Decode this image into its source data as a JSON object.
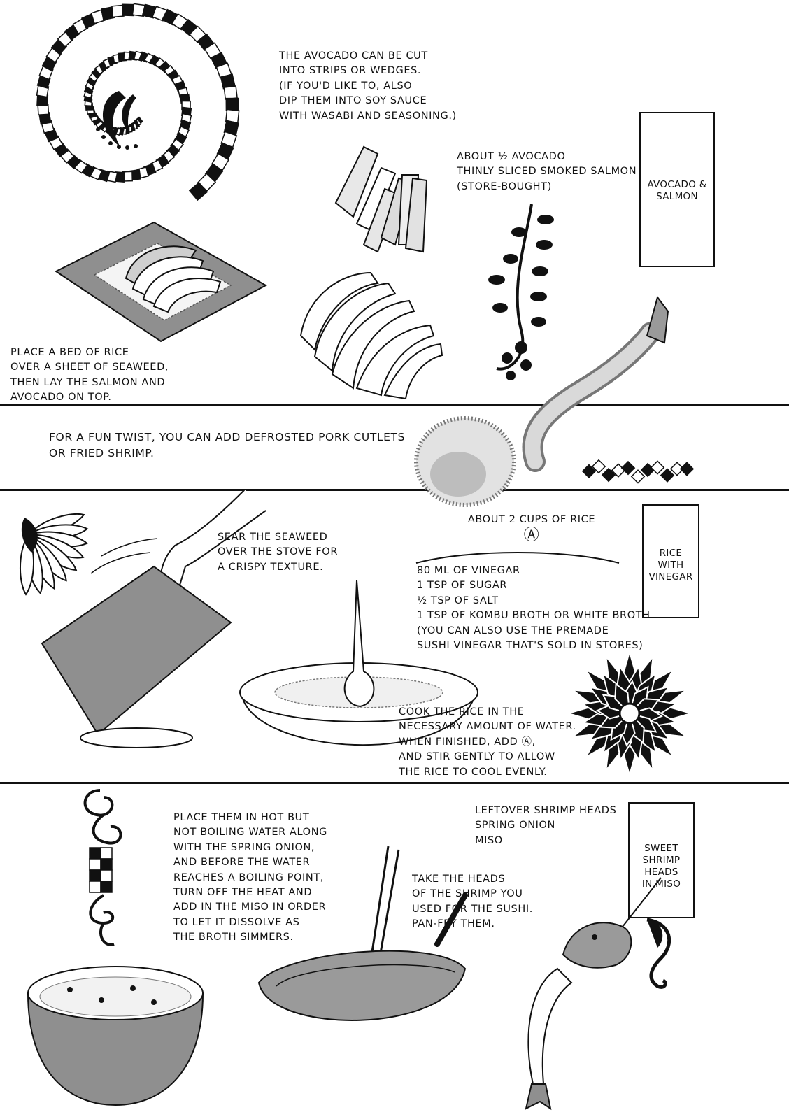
{
  "section1": {
    "avocado_cut_note": "THE AVOCADO CAN BE CUT\nINTO STRIPS OR WEDGES.\n(IF YOU'D LIKE TO, ALSO\nDIP THEM INTO SOY SAUCE\nWITH WASABI AND SEASONING.)",
    "ingredients": "ABOUT ½ AVOCADO\nTHINLY SLICED SMOKED SALMON\n(STORE-BOUGHT)",
    "title": "AVOCADO &\nSALMON",
    "assembly_note": "PLACE A BED OF RICE\nOVER A SHEET OF SEAWEED,\nTHEN LAY THE SALMON AND\nAVOCADO ON TOP."
  },
  "section2": {
    "twist_note": "FOR A FUN TWIST, YOU CAN ADD DEFROSTED PORK CUTLETS\nOR FRIED SHRIMP."
  },
  "section3": {
    "rice_amount": "ABOUT 2 CUPS OF RICE",
    "mix_marker": "Ⓐ",
    "title": "RICE\nWITH\nVINEGAR",
    "sear_note": "SEAR THE SEAWEED\nOVER THE STOVE FOR\nA CRISPY TEXTURE.",
    "vinegar_mix": "80 ML OF VINEGAR\n1 TSP OF SUGAR\n½ TSP OF SALT\n1 TSP OF KOMBU BROTH OR WHITE BROTH\n(YOU CAN ALSO USE THE PREMADE\nSUSHI VINEGAR THAT'S SOLD IN STORES)",
    "cook_note": "COOK THE RICE IN THE\nNECESSARY AMOUNT OF WATER.\nWHEN FINISHED, ADD Ⓐ,\nAND STIR GENTLY TO ALLOW\nTHE RICE TO COOL EVENLY."
  },
  "section4": {
    "broth_note": "PLACE THEM IN HOT BUT\nNOT BOILING WATER ALONG\nWITH THE SPRING ONION,\nAND BEFORE THE WATER\nREACHES A BOILING POINT,\nTURN OFF THE HEAT AND\nADD IN THE MISO IN ORDER\nTO LET IT DISSOLVE AS\nTHE BROTH SIMMERS.",
    "ingredients": "LEFTOVER SHRIMP HEADS\nSPRING ONION\nMISO",
    "fry_note": "TAKE THE HEADS\nOF THE SHRIMP YOU\nUSED FOR THE SUSHI.\nPAN-FRY THEM.",
    "title": "SWEET\nSHRIMP\nHEADS\nIN MISO"
  },
  "colors": {
    "ink": "#111111",
    "screentone": "#9a9a9a",
    "paper": "#ffffff"
  }
}
